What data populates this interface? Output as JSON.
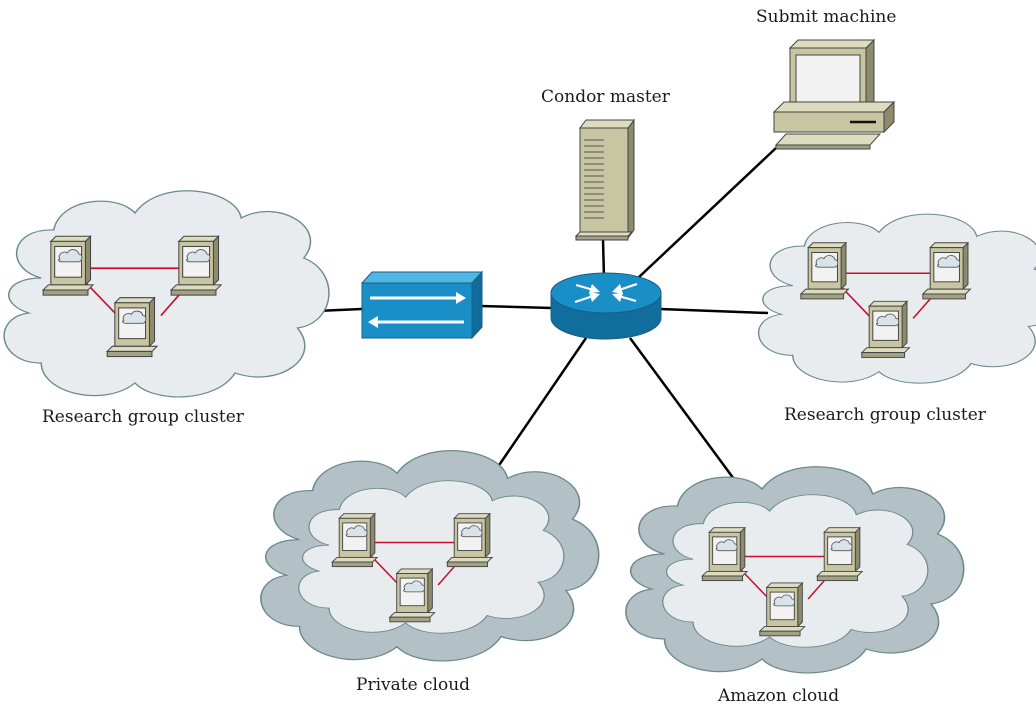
{
  "nodes": {
    "submit_machine": {
      "label": "Submit machine",
      "icon": "desktop-computer-icon"
    },
    "condor_master": {
      "label": "Condor master",
      "icon": "tower-server-icon"
    },
    "router": {
      "label": "",
      "icon": "router-icon"
    },
    "switch": {
      "label": "",
      "icon": "network-switch-icon"
    },
    "research_cluster_left": {
      "label": "Research group cluster",
      "icon": "cluster-cloud-icon"
    },
    "research_cluster_right": {
      "label": "Research group cluster",
      "icon": "cluster-cloud-icon"
    },
    "private_cloud": {
      "label": "Private cloud",
      "icon": "cloud-cluster-icon"
    },
    "amazon_cloud": {
      "label": "Amazon cloud",
      "icon": "cloud-cluster-icon"
    }
  },
  "connections": [
    [
      "router",
      "submit_machine"
    ],
    [
      "router",
      "condor_master"
    ],
    [
      "router",
      "switch"
    ],
    [
      "switch",
      "research_cluster_left"
    ],
    [
      "router",
      "research_cluster_right"
    ],
    [
      "router",
      "private_cloud"
    ],
    [
      "router",
      "amazon_cloud"
    ]
  ],
  "colors": {
    "link": "#000000",
    "cluster_link": "#c8102e",
    "router": "#1a8fc7",
    "switch": "#1a8fc7",
    "light_cloud": "#e8ecee",
    "dark_cloud": "#b3c1c6",
    "computer": "#c8c6a2"
  }
}
